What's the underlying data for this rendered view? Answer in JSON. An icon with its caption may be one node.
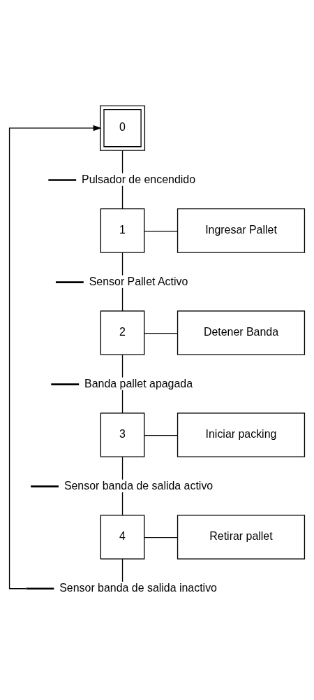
{
  "diagram": {
    "nodes": [
      {
        "text": [
          "0"
        ]
      },
      {
        "text": [
          "Pulsador de encendido"
        ]
      },
      {
        "text": [
          "1"
        ]
      },
      {
        "text": [
          "Ingresar Pallet"
        ]
      },
      {
        "text": [
          "Sensor Pallet Activo"
        ]
      },
      {
        "text": [
          "2"
        ]
      },
      {
        "text": [
          "Detener Banda"
        ]
      },
      {
        "text": [
          "Banda pallet apagada"
        ]
      },
      {
        "text": [
          "3"
        ]
      },
      {
        "text": [
          "Iniciar packing"
        ]
      },
      {
        "text": [
          "Sensor banda de salida activo"
        ]
      },
      {
        "text": [
          "4"
        ]
      },
      {
        "text": [
          "Retirar pallet"
        ]
      },
      {
        "text": [
          "Sensor banda de salida inactivo"
        ]
      }
    ],
    "edges": [
      {
        "from": 0,
        "to": 1,
        "arrow": "none"
      },
      {
        "from": 1,
        "to": 2,
        "arrow": "none"
      },
      {
        "from": 2,
        "to": 3,
        "arrow": "none"
      },
      {
        "from": 2,
        "to": 4,
        "arrow": "none"
      },
      {
        "from": 4,
        "to": 5,
        "arrow": "none"
      },
      {
        "from": 5,
        "to": 6,
        "arrow": "none"
      },
      {
        "from": 5,
        "to": 7,
        "arrow": "none"
      },
      {
        "from": 7,
        "to": 8,
        "arrow": "none"
      },
      {
        "from": 8,
        "to": 9,
        "arrow": "none"
      },
      {
        "from": 8,
        "to": 10,
        "arrow": "none"
      },
      {
        "from": 10,
        "to": 11,
        "arrow": "none"
      },
      {
        "from": 11,
        "to": 12,
        "arrow": "none"
      },
      {
        "from": 11,
        "to": 13,
        "arrow": "none"
      },
      {
        "from": 13,
        "to": 0,
        "arrow": "to"
      }
    ]
  }
}
